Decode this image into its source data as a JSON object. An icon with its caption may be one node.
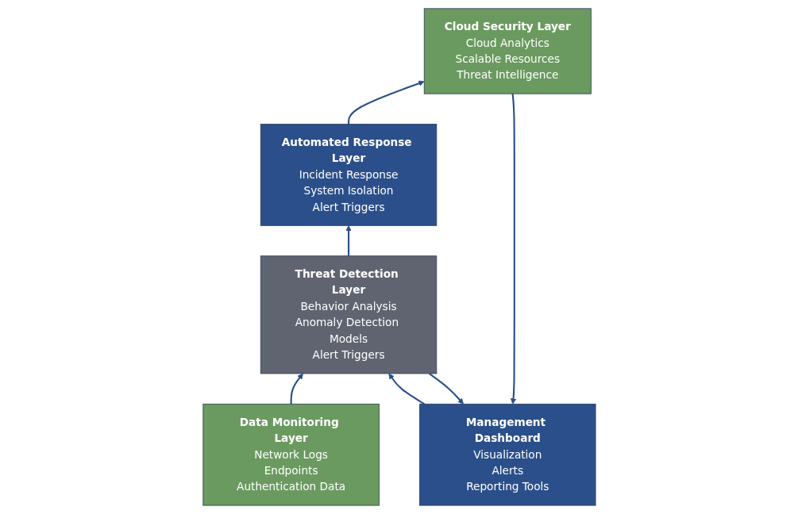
{
  "diagram": {
    "nodes": [
      {
        "text": [
          "Management Dashboard",
          "Visualization",
          "Alerts",
          "Reporting Tools"
        ]
      },
      {
        "text": [
          "Cloud Security Layer",
          "Cloud Analytics",
          "Scalable Resources",
          "Threat Intelligence"
        ]
      },
      {
        "text": [
          "Automated Response Layer",
          "Incident Response",
          "System Isolation",
          "Alert Triggers"
        ]
      },
      {
        "text": [
          "Threat Detection Layer",
          "Behavior Analysis",
          "Anomaly Detection Models",
          "Alert Triggers"
        ]
      },
      {
        "text": [
          "Data Monitoring Layer",
          "Network Logs",
          "Endpoints",
          "Authentication Data"
        ]
      }
    ],
    "edges": [
      {
        "from": 4,
        "to": 3,
        "arrow": "to"
      },
      {
        "from": 3,
        "to": 2,
        "arrow": "to"
      },
      {
        "from": 2,
        "to": 1,
        "arrow": "to"
      },
      {
        "from": 1,
        "to": 0,
        "arrow": "to"
      },
      {
        "from": 3,
        "to": 0,
        "arrow": "to"
      },
      {
        "from": 0,
        "to": 3,
        "arrow": "to"
      }
    ]
  }
}
